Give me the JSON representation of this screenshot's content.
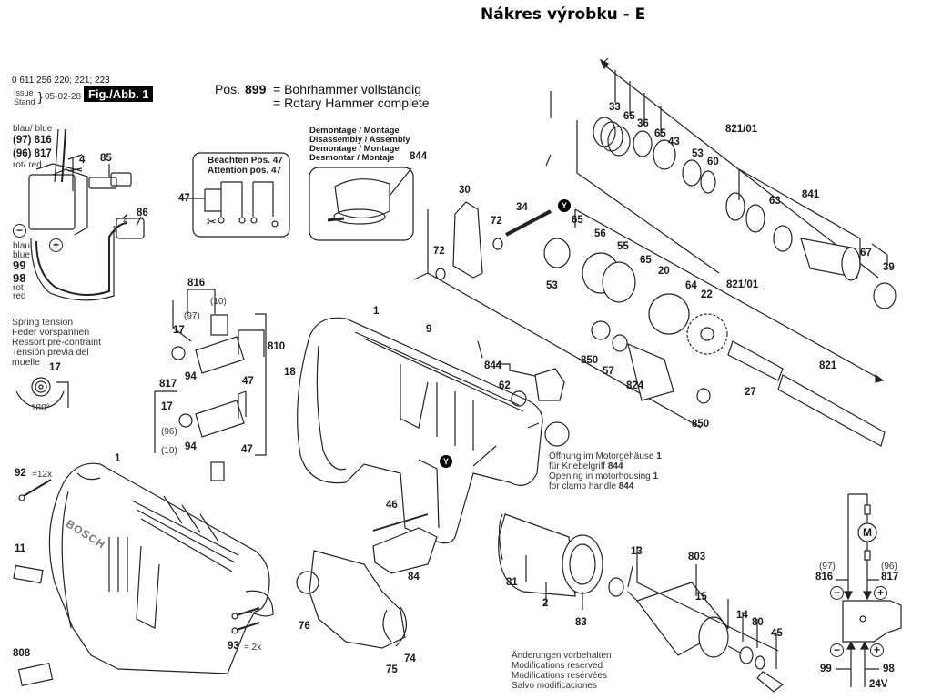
{
  "title": "Nákres výrobku - E",
  "header": {
    "part_numbers": "0 611 256 220; 221; 223",
    "issue_label": "Issue",
    "stand_label": "Stand",
    "issue_date": "05-02-28",
    "figure_label": "Fig./Abb. 1",
    "pos_label": "Pos.",
    "pos_number": "899",
    "pos_de": "= Bohrhammer vollständig",
    "pos_en": "= Rotary Hammer complete"
  },
  "notes": {
    "wire_blue_top": "blau/ blue",
    "wire_816": "(97) 816",
    "wire_817": "(96) 817",
    "wire_red_top": "rot/ red",
    "blau": "blau",
    "blue": "blue",
    "rot": "rot",
    "red": "red",
    "spring": [
      "Spring tension",
      "Feder vorspannen",
      "Ressort pré-contraint",
      "Tensión previa del",
      "muelle"
    ],
    "angle": "180°",
    "beachten": "Beachten Pos. 47",
    "attention": "Attention pos. 47",
    "disassembly": [
      "Demontage / Montage",
      "Disassembly / Assembly",
      "Demontage / Montage",
      "Desmontar / Montaje"
    ],
    "opening": [
      "Öffnung im Motorgehäuse",
      "für Knebelgriff",
      "Opening in motorhousing",
      "for clamp handle"
    ],
    "opening_refs": [
      "1",
      "844",
      "1",
      "844"
    ],
    "modifications": [
      "Änderungen vorbehalten",
      "Modifications reserved",
      "Modifications resérvées",
      "Salvo modificaciones"
    ],
    "qty_92": "=12x",
    "qty_93": "= 2x",
    "voltage": "24V",
    "motor": "M",
    "y_marker": "Y"
  },
  "labels": {
    "p1a": "1",
    "p1b": "1",
    "p2": "2",
    "p4": "4",
    "p9": "9",
    "p11": "11",
    "p13": "13",
    "p14": "14",
    "p15": "15",
    "p17a": "17",
    "p17b": "17",
    "p17c": "17",
    "p18": "18",
    "p20": "20",
    "p22": "22",
    "p27": "27",
    "p30": "30",
    "p33": "33",
    "p34": "34",
    "p36": "36",
    "p39": "39",
    "p43": "43",
    "p45": "45",
    "p46": "46",
    "p47a": "47",
    "p47b": "47",
    "p47c": "47",
    "p53a": "53",
    "p53b": "53",
    "p55": "55",
    "p56": "56",
    "p57": "57",
    "p60": "60",
    "p62": "62",
    "p63": "63",
    "p64": "64",
    "p65a": "65",
    "p65b": "65",
    "p65c": "65",
    "p65d": "65",
    "p67": "67",
    "p72a": "72",
    "p72b": "72",
    "p74": "74",
    "p75": "75",
    "p76": "76",
    "p80": "80",
    "p81": "81",
    "p83": "83",
    "p84": "84",
    "p85": "85",
    "p86": "86",
    "p92": "92",
    "p93": "93",
    "p94a": "94",
    "p94b": "94",
    "p98a": "98",
    "p98b": "98",
    "p99a": "99",
    "p99b": "99",
    "p803": "803",
    "p808": "808",
    "p810": "810",
    "p816a": "816",
    "p816b": "816",
    "p817a": "817",
    "p817b": "817",
    "p821": "821",
    "p821_01a": "821/01",
    "p821_01b": "821/01",
    "p824": "824",
    "p841": "841",
    "p844a": "844",
    "p844b": "844",
    "p850a": "850",
    "p850b": "850",
    "s97a": "(97)",
    "s96a": "(96)",
    "s10a": "(10)",
    "s10b": "(10)",
    "s96b": "(96)",
    "s97b": "(97)",
    "w1": "1",
    "w2": "2"
  }
}
